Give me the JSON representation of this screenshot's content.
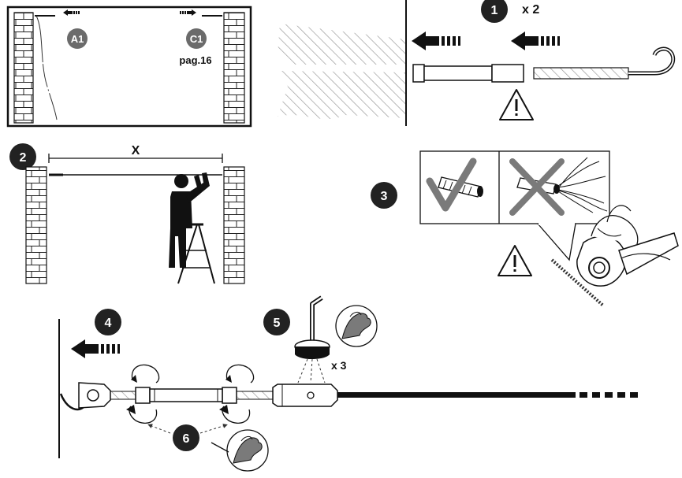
{
  "panel_a": {
    "badge_left": "A1",
    "badge_right": "C1",
    "page_ref": "pag.16"
  },
  "step1": {
    "number": "1",
    "quantity": "x 2"
  },
  "step2": {
    "number": "2",
    "span_label": "X"
  },
  "step3": {
    "number": "3"
  },
  "step4": {
    "number": "4"
  },
  "step5": {
    "number": "5",
    "quantity": "x 3"
  },
  "step6": {
    "number": "6"
  },
  "icons": {
    "warning": "warning-triangle-icon",
    "direction": "push-arrow-icon",
    "ok": "check-mark-icon",
    "wrong": "cross-mark-icon",
    "strength": "flexed-arm-icon",
    "rotate": "rotation-arrow-icon",
    "hex_key": "allen-key-icon"
  },
  "colors": {
    "badge": "#222222",
    "badge_gray": "#6b6b6b",
    "hatch": "#9a9a9a",
    "mark": "#7a7a7a"
  }
}
